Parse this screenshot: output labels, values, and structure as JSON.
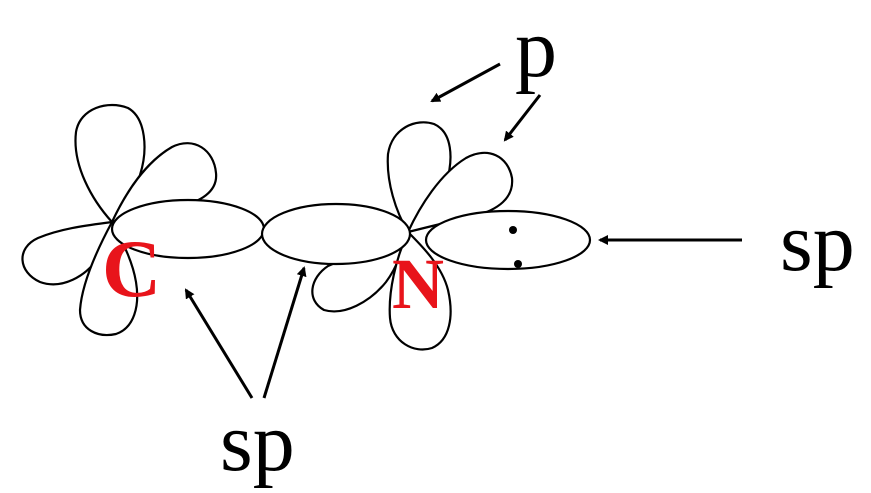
{
  "atoms": {
    "carbon": {
      "symbol": "C",
      "color": "#e8141b"
    },
    "nitrogen": {
      "symbol": "N",
      "color": "#e8141b"
    }
  },
  "labels": {
    "p_orbital": "p",
    "sp_lone_pair": "sp",
    "sp_bond": "sp"
  },
  "colors": {
    "outline": "#000000",
    "background": "#ffffff"
  },
  "lone_pair": {
    "electrons": 2
  }
}
